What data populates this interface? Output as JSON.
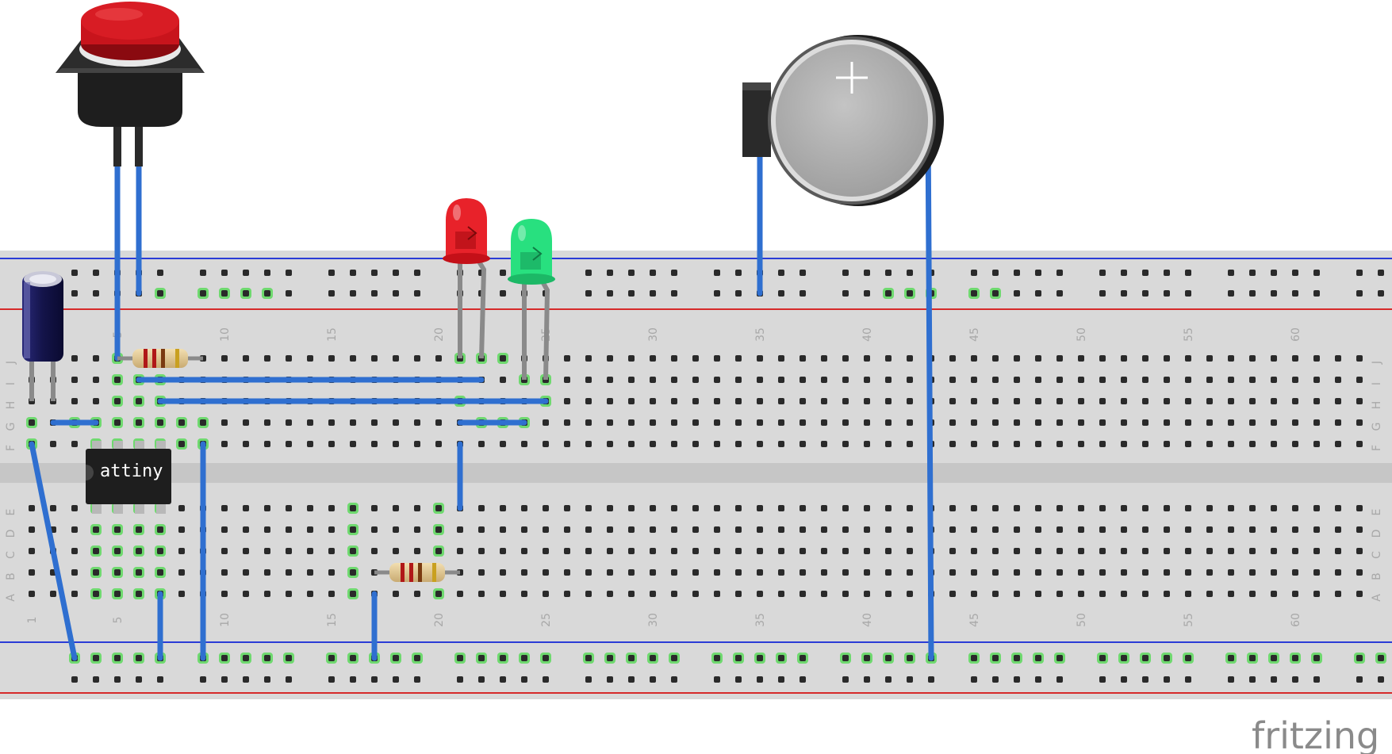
{
  "brand": {
    "label": "fritzing"
  },
  "chip": {
    "label": "attiny"
  },
  "battery": {
    "polarity_mark": "+"
  },
  "breadboard": {
    "columns": 63,
    "column_numbers": [
      "1",
      "5",
      "10",
      "15",
      "20",
      "25",
      "30",
      "35",
      "40",
      "45",
      "50",
      "55",
      "60"
    ],
    "row_letters_top": [
      "J",
      "I",
      "H",
      "G",
      "F"
    ],
    "row_letters_bottom": [
      "E",
      "D",
      "C",
      "B",
      "A"
    ]
  },
  "colors": {
    "board": "#d9d9d9",
    "rail_blue": "#2a3bd6",
    "rail_red": "#d62a2a",
    "wire": "#2f6fd0",
    "connected_hole": "#6fd96f",
    "led_red": "#e8222a",
    "led_green": "#28e07f",
    "button_cap": "#c8141c",
    "capacitor": "#1c1c5a"
  },
  "components": [
    {
      "name": "push button",
      "icon": "push-button-icon"
    },
    {
      "name": "electrolytic capacitor",
      "icon": "capacitor-icon"
    },
    {
      "name": "resistor top",
      "icon": "resistor-icon"
    },
    {
      "name": "resistor bottom",
      "icon": "resistor-icon"
    },
    {
      "name": "red LED",
      "icon": "led-icon"
    },
    {
      "name": "green LED",
      "icon": "led-icon"
    },
    {
      "name": "coin cell holder",
      "icon": "battery-icon"
    },
    {
      "name": "attiny DIP chip",
      "icon": "chip-icon"
    }
  ]
}
